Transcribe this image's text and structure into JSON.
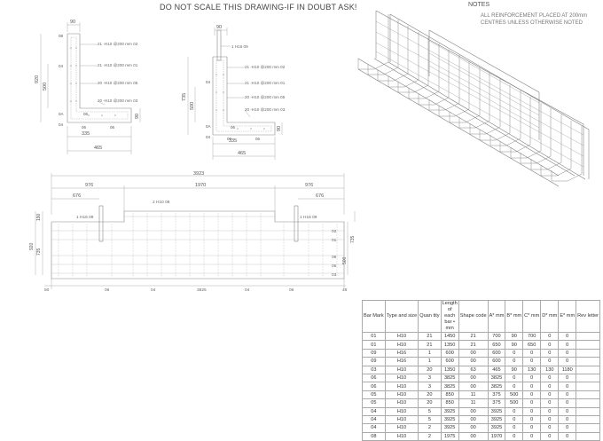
{
  "header": {
    "title": "DO NOT SCALE THIS DRAWING-IF IN DOUBT ASK!"
  },
  "notes": {
    "heading": "NOTES",
    "text_line1": "ALL REINFORCEMENT PLACED AT 200mm",
    "text_line2": "CENTRES UNLESS OTHERWISE NOTED"
  },
  "section_a": {
    "dim_top": "90",
    "dim_height": "920",
    "dim_inner": "500",
    "dim_base_h": "90",
    "dim_335": "335",
    "dim_465": "465",
    "marks": {
      "m08": "08",
      "m04a": "04",
      "m04b": "04",
      "m0a": "0A",
      "m06a": "06",
      "m06b": "06",
      "m06c": "06"
    },
    "callouts": [
      "21 -H10 @200 mm 02",
      "21 -H10 @200 mm 01",
      "20 -H10 @200 mm 05",
      "20 -H10 @200 mm 03"
    ]
  },
  "section_b": {
    "dim_top": "90",
    "dim_height": "735",
    "dim_inner": "500",
    "dim_base_h": "90",
    "dim_335": "335",
    "dim_465": "465",
    "bar_h16": "1 H16 09",
    "marks": {
      "m04a": "04",
      "m04b": "04",
      "m0a": "0A",
      "m06a": "06",
      "m06b": "06",
      "m06c": "06"
    },
    "callouts": [
      "21 -H10 @200 mm 02",
      "21 -H10 @200 mm 01",
      "20 -H10 @200 mm 05",
      "20 -H10 @200 mm 03"
    ]
  },
  "elevation": {
    "dim_total": "3923",
    "dim_976_left": "976",
    "dim_1970": "1970",
    "dim_976_right": "976",
    "dim_676_left": "676",
    "dim_676_right": "676",
    "label_top_bar": "2 H10 08",
    "label_h16_left": "1 H16 09",
    "label_h16_right": "1 H16 09",
    "left_190": "190",
    "left_920": "920",
    "left_735": "735",
    "right_190": "190",
    "right_735": "735",
    "right_500": "500",
    "right_marks": [
      "02",
      "01",
      "06",
      "05",
      "03"
    ],
    "bottom_50": "50",
    "bottom_06_left": "06",
    "bottom_04_left": "04",
    "bottom_3825": "3825",
    "bottom_04_right": "04",
    "bottom_06_right": "06",
    "bottom_48": "48"
  },
  "schedule": {
    "headers": [
      "Bar Mark",
      "Type and size",
      "Quan tity",
      "Length of each bar • mm",
      "Shape code",
      "A* mm",
      "B* mm",
      "C* mm",
      "D* mm",
      "E* mm",
      "Rev letter"
    ],
    "rows": [
      [
        "01",
        "H10",
        "21",
        "1450",
        "21",
        "700",
        "90",
        "700",
        "0",
        "0",
        ""
      ],
      [
        "01",
        "H10",
        "21",
        "1350",
        "21",
        "650",
        "90",
        "650",
        "0",
        "0",
        ""
      ],
      [
        "09",
        "H16",
        "1",
        "600",
        "00",
        "600",
        "0",
        "0",
        "0",
        "0",
        ""
      ],
      [
        "09",
        "H16",
        "1",
        "600",
        "00",
        "600",
        "0",
        "0",
        "0",
        "0",
        ""
      ],
      [
        "03",
        "H10",
        "20",
        "1350",
        "63",
        "465",
        "90",
        "130",
        "130",
        "1180",
        ""
      ],
      [
        "06",
        "H10",
        "3",
        "3825",
        "00",
        "3825",
        "0",
        "0",
        "0",
        "0",
        ""
      ],
      [
        "06",
        "H10",
        "3",
        "3825",
        "00",
        "3825",
        "0",
        "0",
        "0",
        "0",
        ""
      ],
      [
        "05",
        "H10",
        "20",
        "850",
        "11",
        "375",
        "500",
        "0",
        "0",
        "0",
        ""
      ],
      [
        "05",
        "H10",
        "20",
        "850",
        "11",
        "375",
        "500",
        "0",
        "0",
        "0",
        ""
      ],
      [
        "04",
        "H10",
        "5",
        "3925",
        "00",
        "3925",
        "0",
        "0",
        "0",
        "0",
        ""
      ],
      [
        "04",
        "H10",
        "5",
        "3925",
        "00",
        "3925",
        "0",
        "0",
        "0",
        "0",
        ""
      ],
      [
        "04",
        "H10",
        "2",
        "3925",
        "00",
        "3925",
        "0",
        "0",
        "0",
        "0",
        ""
      ],
      [
        "08",
        "H10",
        "2",
        "1975",
        "00",
        "1970",
        "0",
        "0",
        "0",
        "0",
        ""
      ]
    ]
  }
}
